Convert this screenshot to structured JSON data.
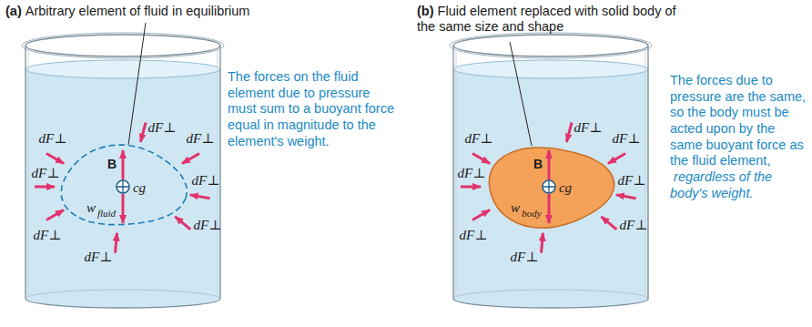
{
  "diagram": {
    "labels": [
      "(a)",
      "Arbitrary element of fluid in equilibrium",
      "(b)",
      "Fluid element replaced with solid body of the same size and shape",
      "The forces on the fluid element due to pressure must sum to a buoyant force equal in magnitude to the element's weight.",
      "The forces due to pressure are the same, so the body must be acted upon by the same buoyant force as the fluid element,",
      "regardless of the body's weight.",
      "dF⊥",
      "dF⊥",
      "dF⊥",
      "dF⊥",
      "dF⊥",
      "dF⊥",
      "dF⊥",
      "dF⊥",
      "B",
      "cg",
      "w",
      "fluid",
      "dF⊥",
      "dF⊥",
      "dF⊥",
      "dF⊥",
      "dF⊥",
      "dF⊥",
      "dF⊥",
      "dF⊥",
      "B",
      "cg",
      "w",
      "body"
    ]
  }
}
